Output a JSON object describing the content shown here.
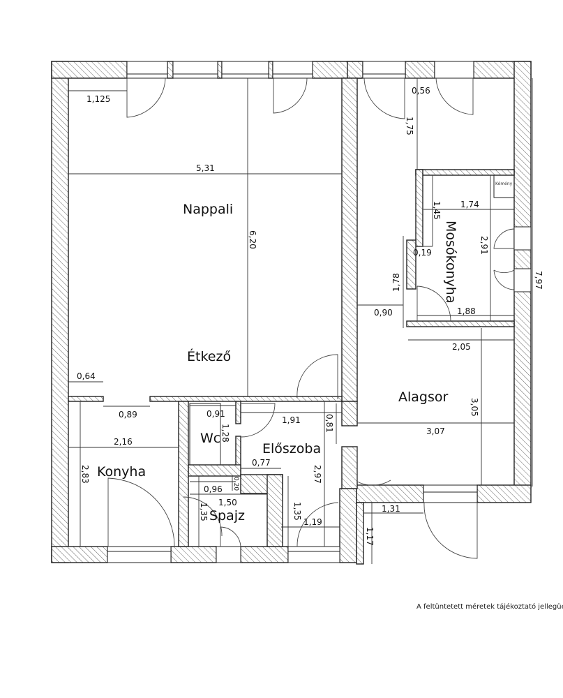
{
  "plan": {
    "rooms": {
      "nappali": "Nappali",
      "etkezo": "Étkező",
      "mosokonyha": "Mosókonyha",
      "alagsor": "Alagsor",
      "konyha": "Konyha",
      "wc": "Wc",
      "eloszoba": "Előszoba",
      "spajz": "Spajz",
      "kemeny": "Kémény"
    },
    "dimensions": {
      "d1125": "1,125",
      "d531": "5,31",
      "d620": "6,20",
      "d056": "0,56",
      "d175": "1,75",
      "d174": "1,74",
      "d145": "1,45",
      "d291": "2,91",
      "d019": "0,19",
      "d178": "1,78",
      "d090": "0,90",
      "d188": "1,88",
      "d797": "7,97",
      "d205": "2,05",
      "d305": "3,05",
      "d307": "3,07",
      "d064": "0,64",
      "d089": "0,89",
      "d091": "0,91",
      "d128": "1,28",
      "d191": "1,91",
      "d081": "0,81",
      "d216": "2,16",
      "d283": "2,83",
      "d077": "0,77",
      "d297": "2,97",
      "d096": "0,96",
      "d020": "0,20",
      "d150": "1,50",
      "d135a": "1,35",
      "d135b": "1,35",
      "d119": "1,19",
      "d131": "1,31",
      "d117": "1,17"
    },
    "note": "A feltüntetett méretek tájékoztató jellegüek"
  }
}
